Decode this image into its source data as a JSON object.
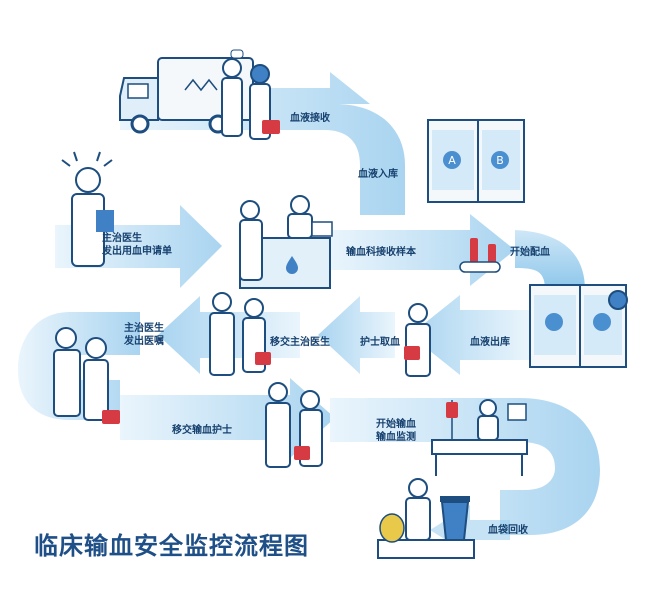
{
  "title": "临床输血安全监控流程图",
  "steps": [
    {
      "id": "s1",
      "label": "血液接收"
    },
    {
      "id": "s2",
      "label": "血液入库"
    },
    {
      "id": "s3",
      "label": "主治医生 发出用血申请单",
      "lines": [
        "主治医生",
        "发出用血申请单"
      ]
    },
    {
      "id": "s4",
      "label": "输血科接收样本"
    },
    {
      "id": "s5",
      "label": "开始配血"
    },
    {
      "id": "s6",
      "label": "血液出库"
    },
    {
      "id": "s7",
      "label": "护士取血"
    },
    {
      "id": "s8",
      "label": "移交主治医生"
    },
    {
      "id": "s9",
      "label": "主治医生 发出医嘱",
      "lines": [
        "主治医生",
        "发出医嘱"
      ]
    },
    {
      "id": "s10",
      "label": "移交输血护士"
    },
    {
      "id": "s11",
      "label": "开始输血 输血监测",
      "lines": [
        "开始输血",
        "输血监测"
      ]
    },
    {
      "id": "s12",
      "label": "血袋回收"
    }
  ],
  "fridge_labels": [
    "A",
    "B"
  ],
  "colors": {
    "arrow_light": "#bfe0f4",
    "arrow_mid": "#8cc6ea",
    "arrow_dark": "#5fa9dd",
    "text": "#17416f",
    "title": "#1e4f86",
    "accent_red": "#d63b43"
  }
}
